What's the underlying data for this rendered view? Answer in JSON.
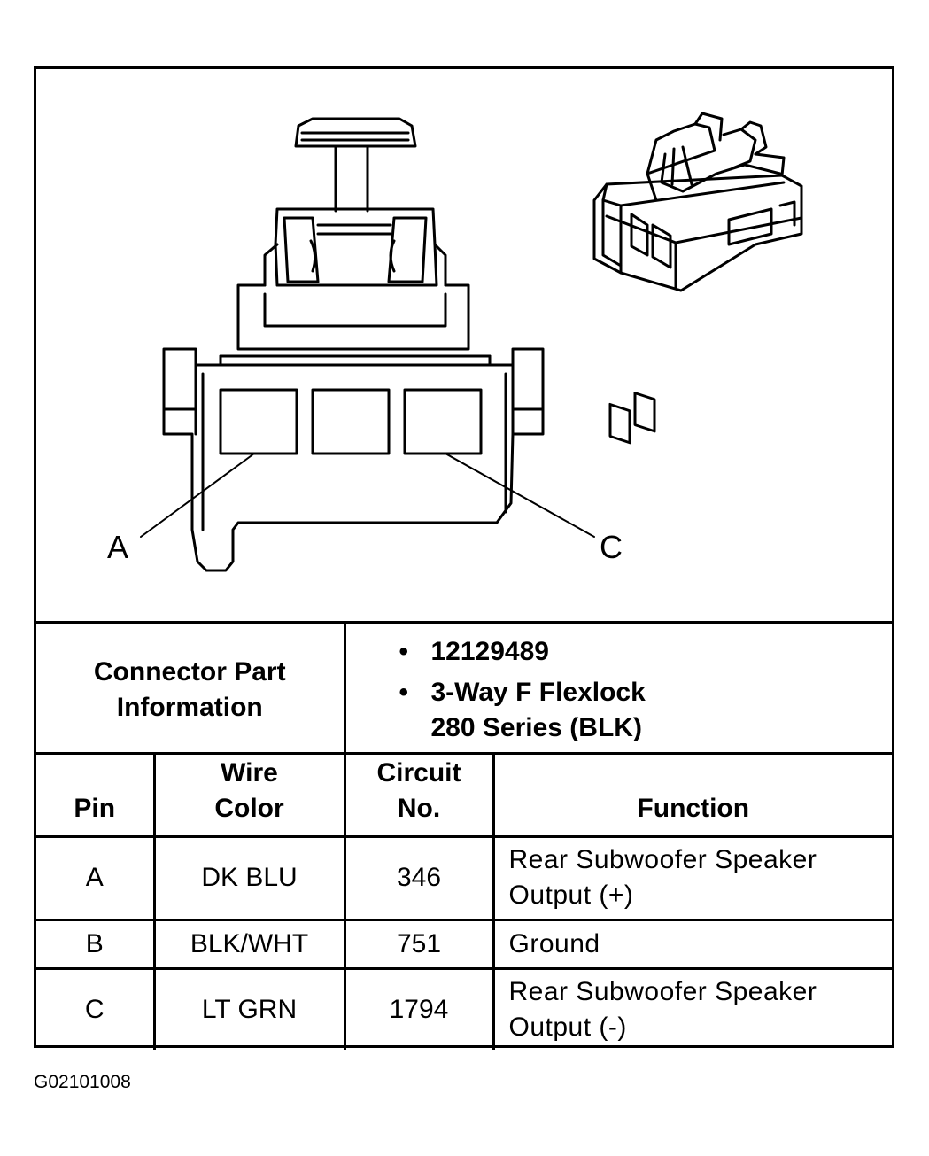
{
  "diagram": {
    "pin_callouts": [
      "A",
      "C"
    ]
  },
  "connector_part_information": {
    "label_line1": "Connector Part",
    "label_line2": "Information",
    "part_number": "12129489",
    "description_line1": "3-Way F Flexlock",
    "description_line2": "280 Series (BLK)"
  },
  "pin_table": {
    "headers": {
      "pin": "Pin",
      "wire_color_line1": "Wire",
      "wire_color_line2": "Color",
      "circuit_line1": "Circuit",
      "circuit_line2": "No.",
      "function": "Function"
    },
    "rows": [
      {
        "pin": "A",
        "wire_color": "DK BLU",
        "circuit": "346",
        "function_line1": "Rear Subwoofer Speaker",
        "function_line2": "Output (+)"
      },
      {
        "pin": "B",
        "wire_color": "BLK/WHT",
        "circuit": "751",
        "function_line1": "Ground",
        "function_line2": ""
      },
      {
        "pin": "C",
        "wire_color": "LT GRN",
        "circuit": "1794",
        "function_line1": "Rear Subwoofer Speaker",
        "function_line2": "Output (-)"
      }
    ]
  },
  "figure_id": "G02101008"
}
